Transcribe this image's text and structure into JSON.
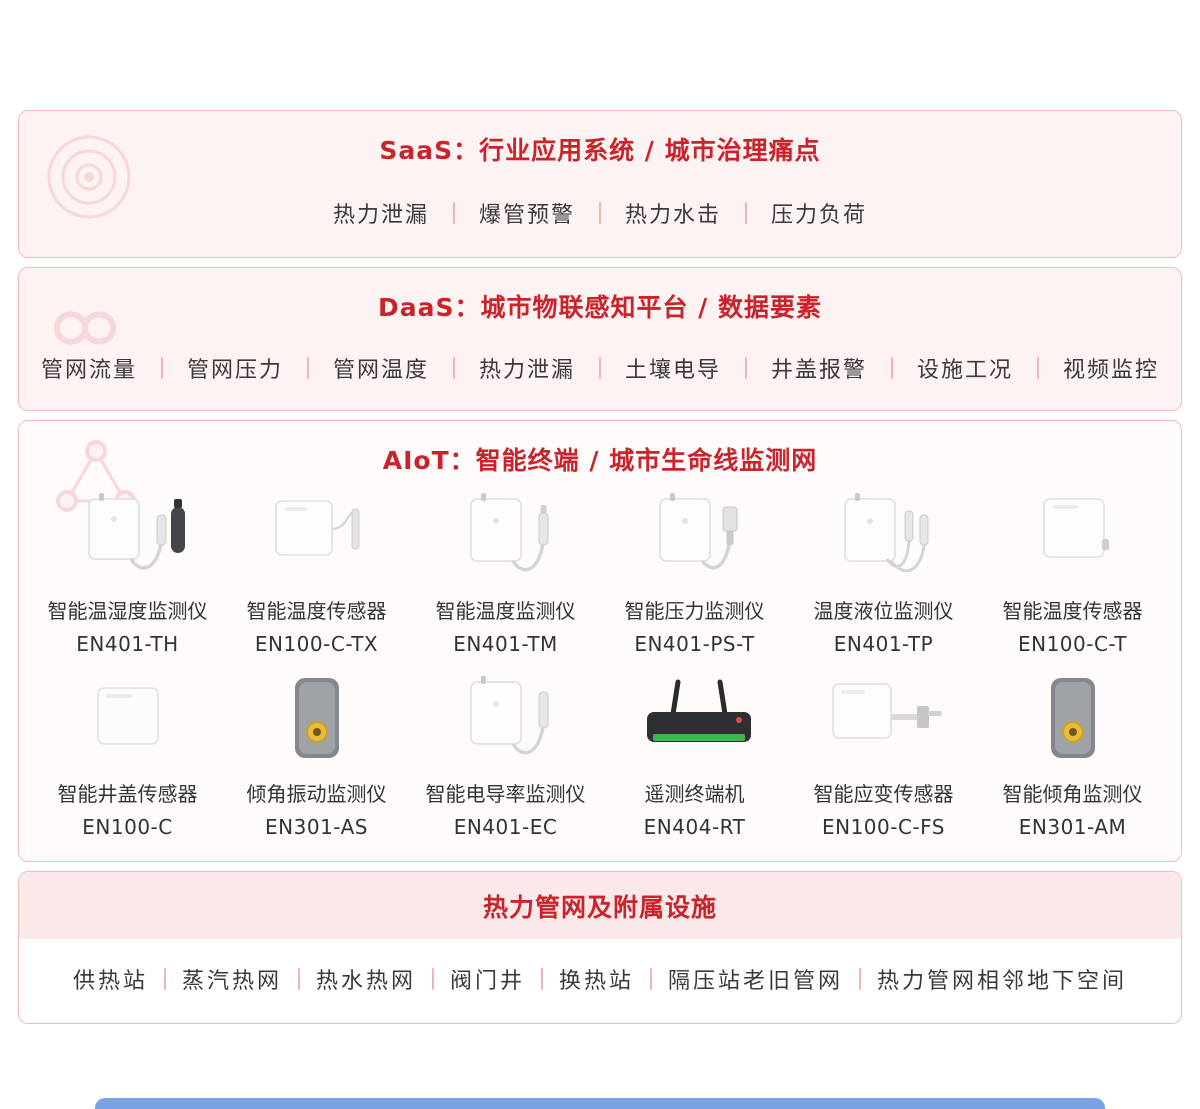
{
  "theme": {
    "accent": "#c9242b",
    "section_border": "#f3bdbd",
    "section_bg": "#fdf3f3",
    "separator": "#efb4b4",
    "body_text": "#3a3a3a",
    "bottom_band": "#79a3e6"
  },
  "saas": {
    "title": "SaaS：行业应用系统 / 城市治理痛点",
    "icon": "target-rings-icon",
    "items": [
      "热力泄漏",
      "爆管预警",
      "热力水击",
      "压力负荷"
    ]
  },
  "daas": {
    "title": "DaaS：城市物联感知平台 / 数据要素",
    "icon": "infinity-icon",
    "items": [
      "管网流量",
      "管网压力",
      "管网温度",
      "热力泄漏",
      "土壤电导",
      "井盖报警",
      "设施工况",
      "视频监控"
    ]
  },
  "aiot": {
    "title": "AIoT：智能终端 / 城市生命线监测网",
    "icon": "network-nodes-icon",
    "products": [
      {
        "name": "智能温湿度监测仪",
        "model": "EN401-TH",
        "icon": "temp-humidity-monitor-device-icon"
      },
      {
        "name": "智能温度传感器",
        "model": "EN100-C-TX",
        "icon": "temp-sensor-panel-device-icon"
      },
      {
        "name": "智能温度监测仪",
        "model": "EN401-TM",
        "icon": "temp-monitor-device-icon"
      },
      {
        "name": "智能压力监测仪",
        "model": "EN401-PS-T",
        "icon": "pressure-monitor-device-icon"
      },
      {
        "name": "温度液位监测仪",
        "model": "EN401-TP",
        "icon": "temp-level-monitor-device-icon"
      },
      {
        "name": "智能温度传感器",
        "model": "EN100-C-T",
        "icon": "temp-sensor-device-icon"
      },
      {
        "name": "智能井盖传感器",
        "model": "EN100-C",
        "icon": "manhole-sensor-device-icon"
      },
      {
        "name": "倾角振动监测仪",
        "model": "EN301-AS",
        "icon": "tilt-vibration-device-icon"
      },
      {
        "name": "智能电导率监测仪",
        "model": "EN401-EC",
        "icon": "conductivity-monitor-device-icon"
      },
      {
        "name": "遥测终端机",
        "model": "EN404-RT",
        "icon": "telemetry-terminal-router-icon"
      },
      {
        "name": "智能应变传感器",
        "model": "EN100-C-FS",
        "icon": "strain-sensor-device-icon"
      },
      {
        "name": "智能倾角监测仪",
        "model": "EN301-AM",
        "icon": "tilt-monitor-device-icon"
      }
    ]
  },
  "infra": {
    "title": "热力管网及附属设施",
    "items": [
      "供热站",
      "蒸汽热网",
      "热水热网",
      "阀门井",
      "换热站",
      "隔压站老旧管网",
      "热力管网相邻地下空间"
    ]
  }
}
